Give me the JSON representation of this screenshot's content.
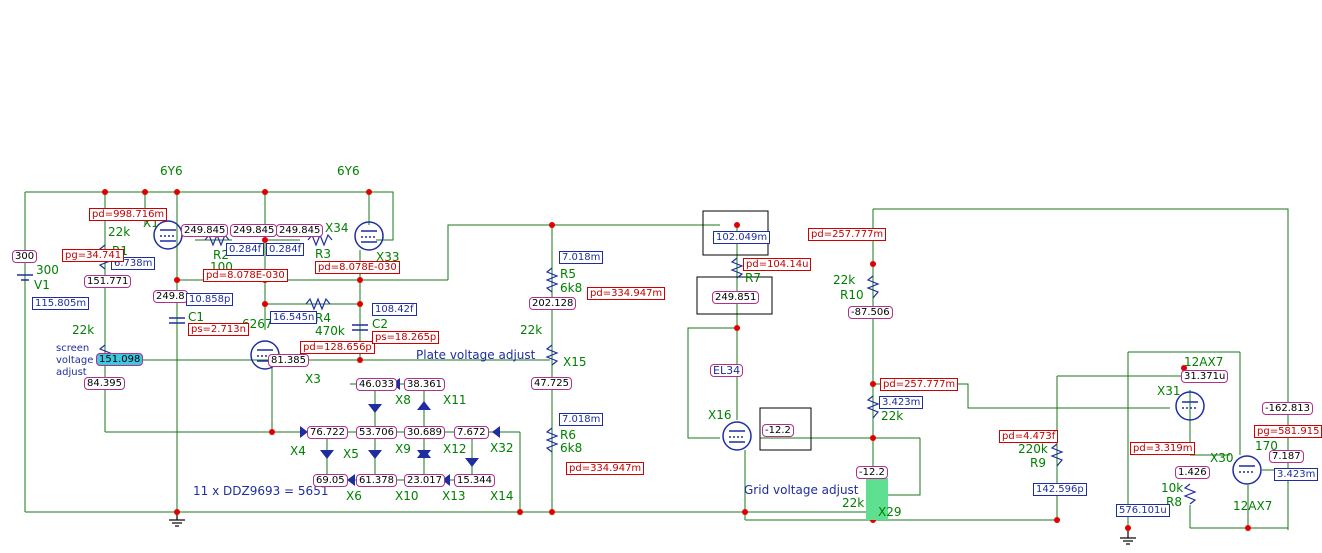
{
  "labels": {
    "tube_6y6_left": "6Y6",
    "tube_6y6_right": "6Y6",
    "r1_value": "22k",
    "r1_name": "R1",
    "v1_value": "300",
    "v1_name": "V1",
    "x1_name": "X1",
    "r2_name": "R2",
    "r2_value": "100",
    "x34_name": "X34",
    "r3_name": "R3",
    "x33_name": "X33",
    "c1_name": "C1",
    "x2_name": "6267",
    "r4_name": "R4",
    "r4_value": "470k",
    "c2_name": "C2",
    "pot_value": "22k",
    "screen_line1": "screen",
    "screen_line2": "voltage",
    "screen_line3": "adjust",
    "x3_name": "X3",
    "plate_adjust": "Plate voltage adjust",
    "r5_name": "R5",
    "r5_value": "6k8",
    "x15_value": "22k",
    "x15_name": "X15",
    "r6_name": "R6",
    "r6_value": "6k8",
    "x8": "X8",
    "x11": "X11",
    "x4": "X4",
    "x5": "X5",
    "x9": "X9",
    "x12": "X12",
    "x32": "X32",
    "x6": "X6",
    "x10": "X10",
    "x13": "X13",
    "x14": "X14",
    "zener_note": "11 x DDZ9693 = 5651",
    "r7_name": "R7",
    "el34": "EL34",
    "x16": "X16",
    "grid_adjust": "Grid voltage adjust",
    "x29_value": "22k",
    "x29_name": "X29",
    "r10_value": "22k",
    "r10_name": "R10",
    "pot2_value": "22k",
    "r9_value": "220k",
    "r9_name": "R9",
    "r8_value": "10k",
    "r8_name": "R8",
    "x31": "X31",
    "tube_12ax7_top": "12AX7",
    "x30": "X30",
    "x30_value": "170",
    "tube_12ax7_bottom": "12AX7"
  },
  "voltages": {
    "v_300": "300",
    "v_151_771": "151.771",
    "v_249_845_a": "249.845",
    "v_249_845_b": "249.845",
    "v_249_845_c": "249.845",
    "v_249_8": "249.8",
    "v_81_385": "81.385",
    "v_151_098": "151.098",
    "v_84_395": "84.395",
    "v_202_128": "202.128",
    "v_47_725": "47.725",
    "v_46_033": "46.033",
    "v_38_361": "38.361",
    "v_53_706": "53.706",
    "v_30_689": "30.689",
    "v_76_722": "76.722",
    "v_7_672": "7.672",
    "v_69_05": "69.05",
    "v_61_378": "61.378",
    "v_23_017": "23.017",
    "v_15_344": "15.344",
    "v_249_851": "249.851",
    "v_m12_2_a": "-12.2",
    "v_m12_2_b": "-12.2",
    "v_m87_506": "-87.506",
    "v_31_371u": "31.371u",
    "v_1_426": "1.426",
    "v_m162_813": "-162.813",
    "v_7_187": "7.187"
  },
  "currents": {
    "i_6_738m": "6.738m",
    "i_115_805m": "115.805m",
    "i_0_284f_a": "0.284f",
    "i_0_284f_b": "0.284f",
    "i_10_858p": "10.858p",
    "i_16_545n": "16.545n",
    "i_108_42f": "108.42f",
    "i_7_018m_a": "7.018m",
    "i_7_018m_b": "7.018m",
    "i_102_049m": "102.049m",
    "i_3_423m_a": "3.423m",
    "i_142_596p": "142.596p",
    "i_576_101u": "576.101u",
    "i_3_423m_b": "3.423m"
  },
  "powers": {
    "p_998_716m": "pd=998.716m",
    "p_34_741": "pg=34.741",
    "p_8_078e_a": "pd=8.078E-030",
    "p_8_078e_b": "pd=8.078E-030",
    "p_2_713n": "ps=2.713n",
    "p_128_656p": "pd=128.656p",
    "p_18_265p": "ps=18.265p",
    "p_334_947m_a": "pd=334.947m",
    "p_334_947m_b": "pd=334.947m",
    "p_104_14u": "pd=104.14u",
    "p_257_777m_a": "pd=257.777m",
    "p_257_777m_b": "pd=257.777m",
    "p_4_473f": "pd=4.473f",
    "p_3_319m": "pd=3.319m",
    "p_581_915": "pg=581.915"
  },
  "colors": {
    "wire": "#1a7a1a",
    "node": "#e00000",
    "component": "#1e2ea0",
    "label": "#008000",
    "highlight_cyan": "#3cc8e0",
    "highlight_green": "#5ee090"
  }
}
